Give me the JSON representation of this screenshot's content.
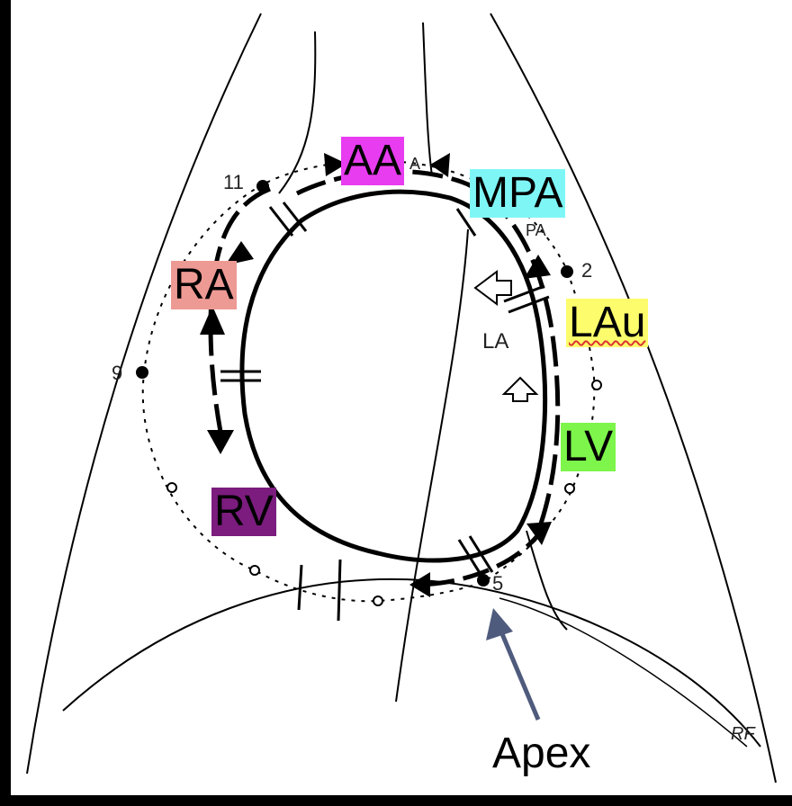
{
  "labels": {
    "aa": {
      "text": "AA",
      "color": "#e83cf0"
    },
    "mpa": {
      "text": "MPA",
      "color": "#7ff6f6"
    },
    "ra": {
      "text": "RA",
      "color": "#ee9a94"
    },
    "lau": {
      "text": "LAu",
      "color": "#fcfc6c"
    },
    "lv": {
      "text": "LV",
      "color": "#7df54b"
    },
    "rv": {
      "text": "RV",
      "color": "#7b1c7e"
    }
  },
  "small_labels": {
    "p11": "11",
    "p9": "9",
    "p2": "2",
    "p5": "5",
    "la": "LA",
    "a_mark": "A",
    "pa_mark": "PA",
    "sig": "RF"
  },
  "apex_label": "Apex",
  "colors": {
    "arrow": "#4f5b7d",
    "ink": "#000000"
  }
}
